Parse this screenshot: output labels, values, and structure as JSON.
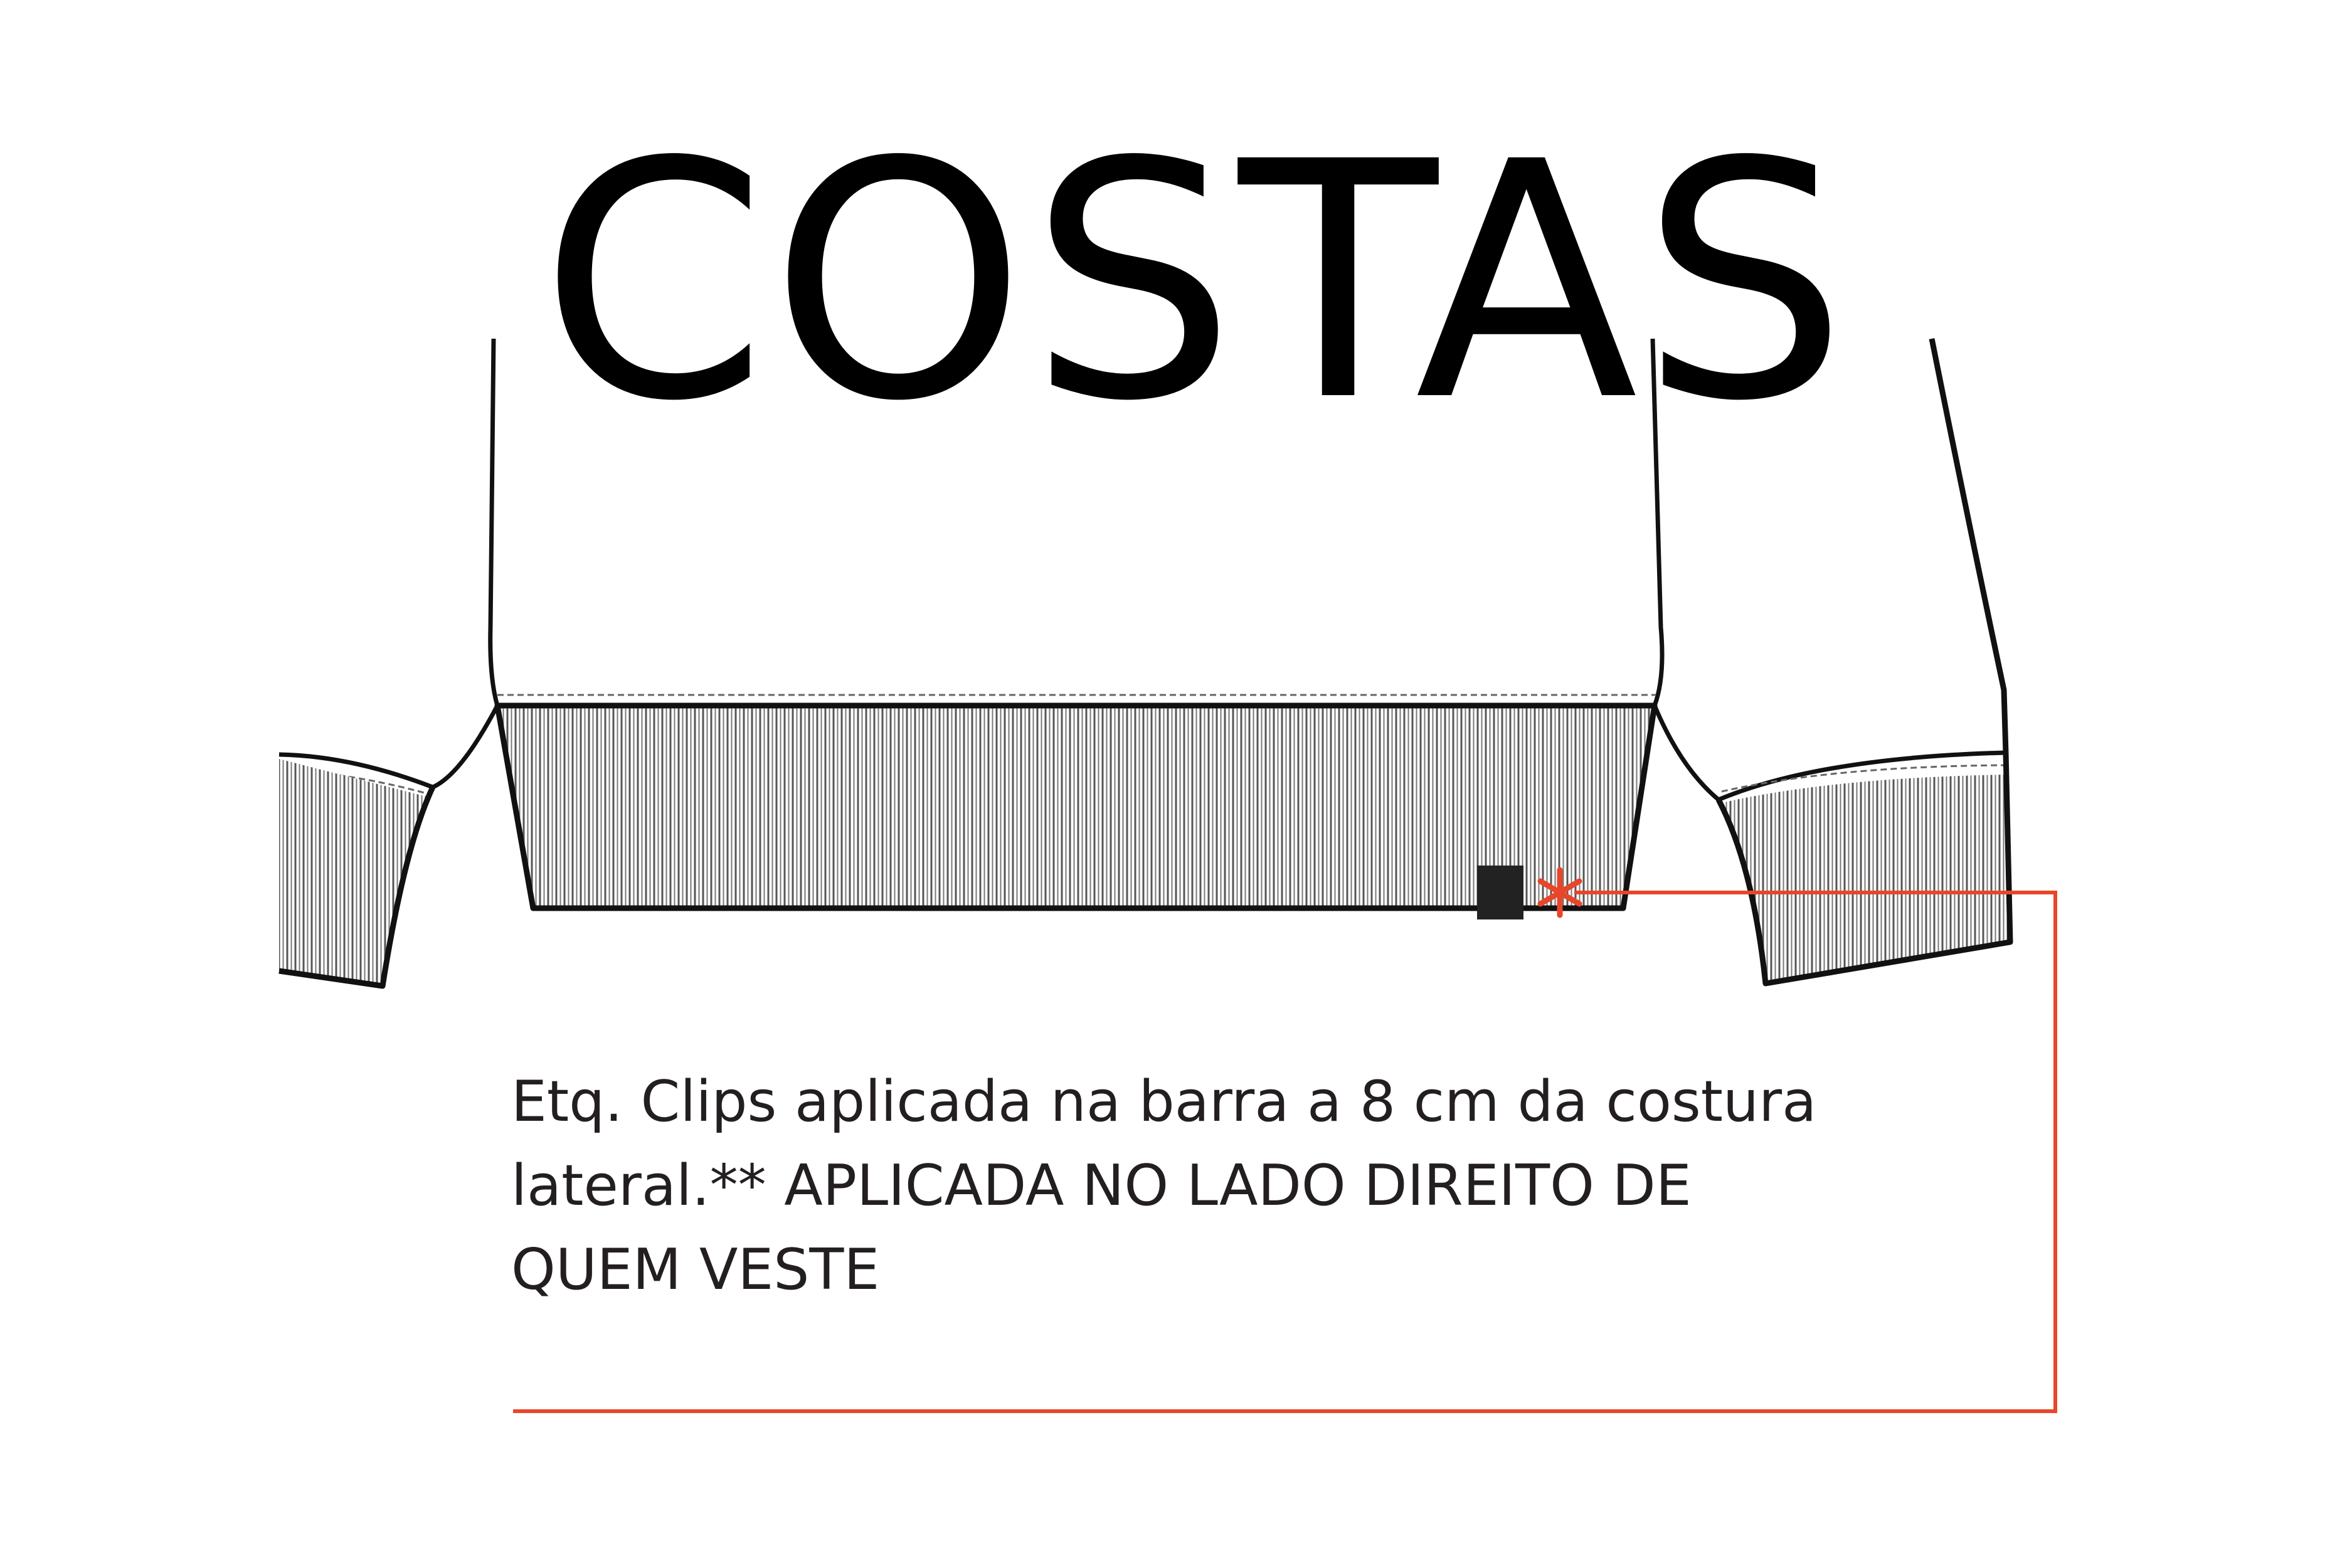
{
  "title": "COSTAS",
  "annotation": {
    "lines": [
      "Etq. Clips aplicada na barra a 8 cm da costura",
      "lateral.** APLICADA NO LADO DIREITO DE",
      "QUEM VESTE"
    ]
  },
  "colors": {
    "outline": "#111111",
    "callout": "#e8462a",
    "label_tag": "#222222",
    "text": "#231f20"
  },
  "icons": {
    "callout_marker": "asterisk-icon"
  }
}
